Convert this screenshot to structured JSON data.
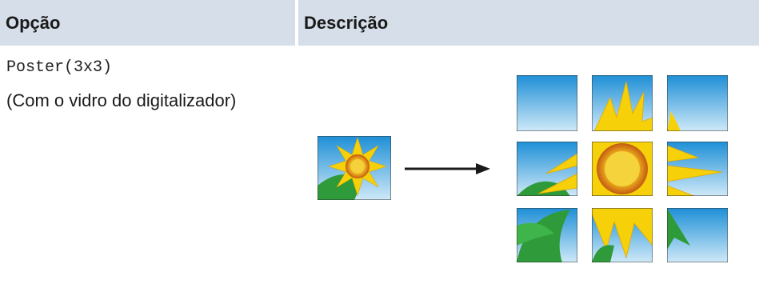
{
  "table": {
    "header": {
      "option": "Opção",
      "description": "Descrição"
    },
    "row": {
      "option_code": "Poster(3x3)",
      "option_note": "(Com o vidro do digitalizador)"
    }
  },
  "figure": {
    "source_icon": "sunflower-photo-icon",
    "arrow_icon": "arrow-right-icon",
    "tiles": [
      {
        "row": 1,
        "col": 1,
        "icon": "sky-tile-icon"
      },
      {
        "row": 1,
        "col": 2,
        "icon": "petals-tile-icon"
      },
      {
        "row": 1,
        "col": 3,
        "icon": "petal-tip-tile-icon"
      },
      {
        "row": 2,
        "col": 1,
        "icon": "petals-left-tile-icon"
      },
      {
        "row": 2,
        "col": 2,
        "icon": "sunflower-center-tile-icon"
      },
      {
        "row": 2,
        "col": 3,
        "icon": "petals-right-tile-icon"
      },
      {
        "row": 3,
        "col": 1,
        "icon": "leaves-tile-icon"
      },
      {
        "row": 3,
        "col": 2,
        "icon": "petals-bottom-tile-icon"
      },
      {
        "row": 3,
        "col": 3,
        "icon": "leaf-tip-tile-icon"
      }
    ],
    "colors": {
      "sky": "#1e8fd6",
      "petal": "#f6d10a",
      "center": "#e7a21a",
      "leaf": "#2e9a3a"
    }
  }
}
